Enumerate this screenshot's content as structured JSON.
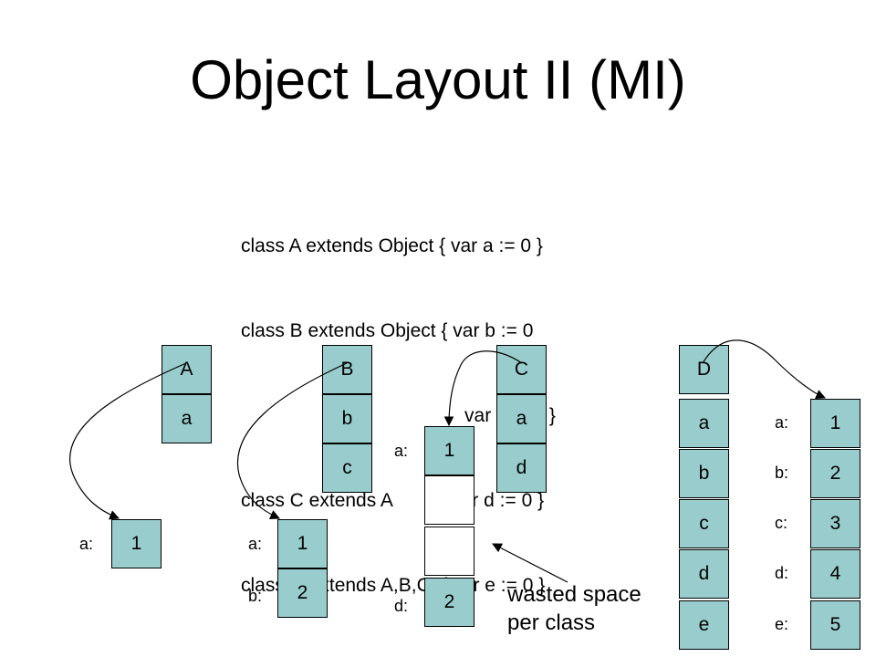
{
  "title": "Object Layout II (MI)",
  "code_lines": [
    "class A extends Object { var a := 0 }",
    "class B extends Object { var b := 0",
    "                                          var c := 0 }",
    "class C extends A         { var d := 0 }",
    "class D extends A,B,C  { var e := 0 }"
  ],
  "class_a": {
    "cells": [
      "A",
      "a"
    ],
    "instance_labels": [
      "a:"
    ],
    "instance_values": [
      "1"
    ]
  },
  "class_b": {
    "cells": [
      "B",
      "b",
      "c"
    ],
    "instance_labels": [
      "a:",
      "b:"
    ],
    "instance_values": [
      "1",
      "2"
    ]
  },
  "class_c": {
    "cells": [
      "C",
      "a",
      "d"
    ],
    "instance_labels": [
      "a:",
      "d:"
    ],
    "instance_values": [
      "1",
      "",
      "",
      "2"
    ]
  },
  "class_d": {
    "cells": [
      "D",
      "a",
      "b",
      "c",
      "d",
      "e"
    ],
    "instance_labels": [
      "a:",
      "b:",
      "c:",
      "d:",
      "e:"
    ],
    "instance_values": [
      "1",
      "2",
      "3",
      "4",
      "5"
    ]
  },
  "annotation": "wasted space\nper class"
}
